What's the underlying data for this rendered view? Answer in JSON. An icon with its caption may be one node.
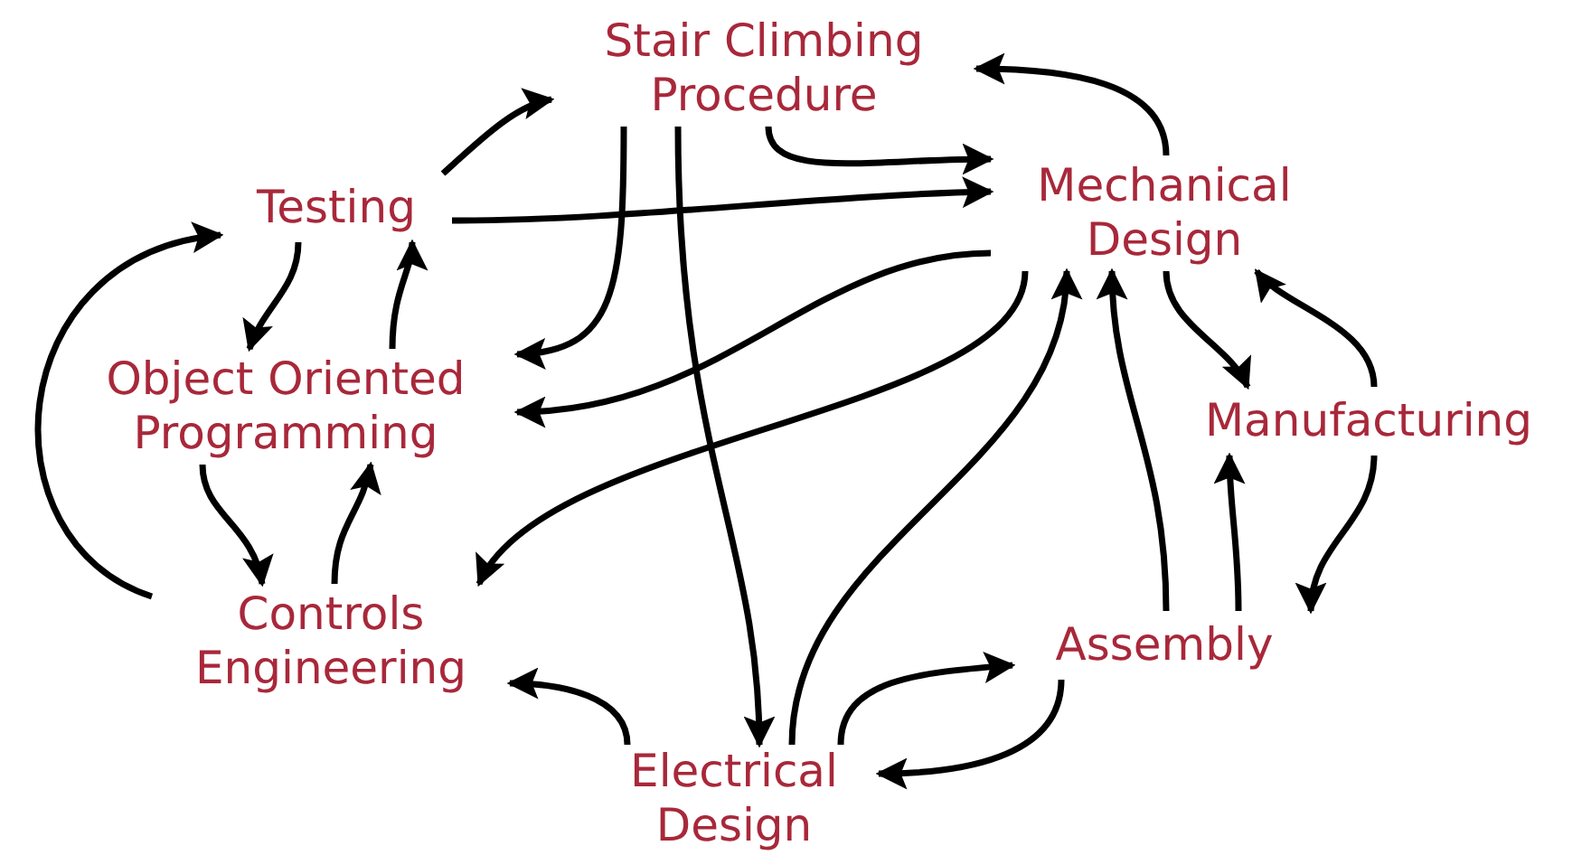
{
  "diagram": {
    "nodes": [
      {
        "text": [
          "Stair Climbing Procedure"
        ]
      },
      {
        "text": [
          "Testing"
        ]
      },
      {
        "text": [
          "Mechanical Design"
        ]
      },
      {
        "text": [
          "Object Oriented Programming"
        ]
      },
      {
        "text": [
          "Manufacturing"
        ]
      },
      {
        "text": [
          "Controls Engineering"
        ]
      },
      {
        "text": [
          "Assembly"
        ]
      },
      {
        "text": [
          "Electrical Design"
        ]
      }
    ],
    "edges": [
      {
        "from": 1,
        "to": 0,
        "arrow": "to"
      },
      {
        "from": 2,
        "to": 0,
        "arrow": "to"
      },
      {
        "from": 0,
        "to": 2,
        "arrow": "to"
      },
      {
        "from": 1,
        "to": 2,
        "arrow": "to"
      },
      {
        "from": 0,
        "to": 3,
        "arrow": "to"
      },
      {
        "from": 0,
        "to": 7,
        "arrow": "to"
      },
      {
        "from": 2,
        "to": 3,
        "arrow": "to"
      },
      {
        "from": 2,
        "to": 5,
        "arrow": "to"
      },
      {
        "from": 1,
        "to": 3,
        "arrow": "to"
      },
      {
        "from": 3,
        "to": 1,
        "arrow": "to"
      },
      {
        "from": 5,
        "to": 1,
        "arrow": "to"
      },
      {
        "from": 3,
        "to": 5,
        "arrow": "to"
      },
      {
        "from": 5,
        "to": 3,
        "arrow": "to"
      },
      {
        "from": 7,
        "to": 5,
        "arrow": "to"
      },
      {
        "from": 7,
        "to": 2,
        "arrow": "to"
      },
      {
        "from": 7,
        "to": 6,
        "arrow": "to"
      },
      {
        "from": 6,
        "to": 7,
        "arrow": "to"
      },
      {
        "from": 6,
        "to": 2,
        "arrow": "to"
      },
      {
        "from": 6,
        "to": 4,
        "arrow": "to"
      },
      {
        "from": 4,
        "to": 6,
        "arrow": "to"
      },
      {
        "from": 2,
        "to": 4,
        "arrow": "to"
      },
      {
        "from": 4,
        "to": 2,
        "arrow": "to"
      }
    ]
  }
}
